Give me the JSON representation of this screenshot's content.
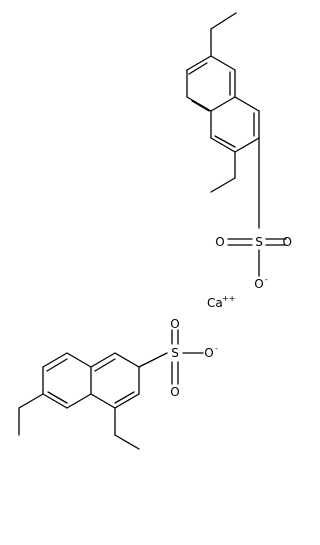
{
  "figure": {
    "type": "chemical-structure",
    "background": "#ffffff",
    "stroke_color": "#000000"
  },
  "molecule1": {
    "atoms": {
      "s": "S",
      "o1": "O",
      "o2": "O",
      "o3": "O",
      "o3_charge": "-"
    }
  },
  "counterion": {
    "element": "Ca",
    "charge": "++"
  },
  "molecule2": {
    "atoms": {
      "s": "S",
      "o1": "O",
      "o2": "O",
      "o3": "O",
      "o3_charge": "-"
    }
  }
}
